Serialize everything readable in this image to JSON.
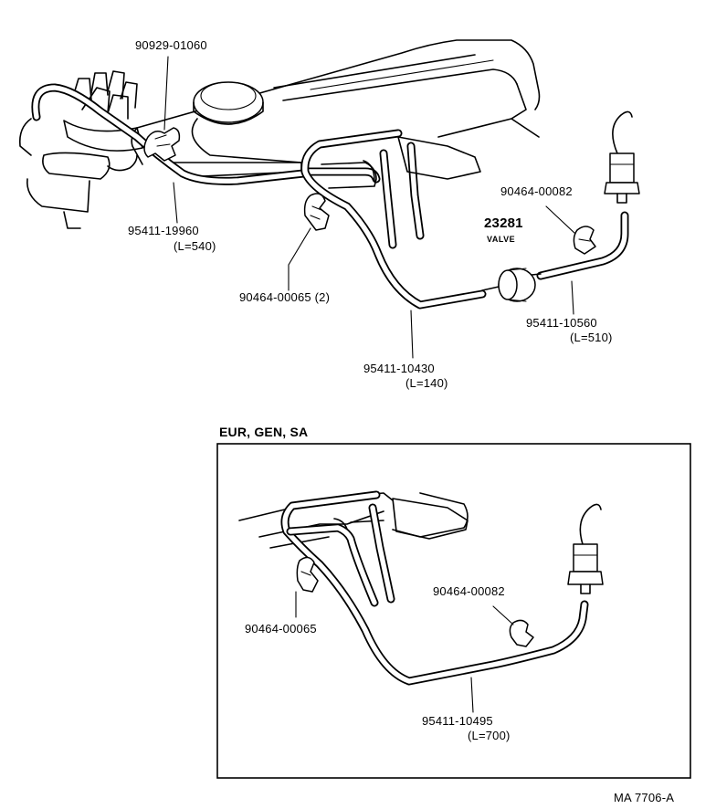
{
  "diagram": {
    "main_labels": {
      "vsv_part": "90929-01060",
      "hose_long": "95411-19960",
      "hose_long_len": "(L=540)",
      "clip_left": "90464-00065 (2)",
      "clip_right": "90464-00082",
      "valve_part": "23281",
      "valve_name": "VALVE",
      "hose_right": "95411-10560",
      "hose_right_len": "(L=510)",
      "hose_mid": "95411-10430",
      "hose_mid_len": "(L=140)"
    },
    "inset": {
      "region_title": "EUR, GEN, SA",
      "clip_left": "90464-00065",
      "clip_right": "90464-00082",
      "hose": "95411-10495",
      "hose_len": "(L=700)"
    },
    "figure_id": "MA 7706-A"
  }
}
